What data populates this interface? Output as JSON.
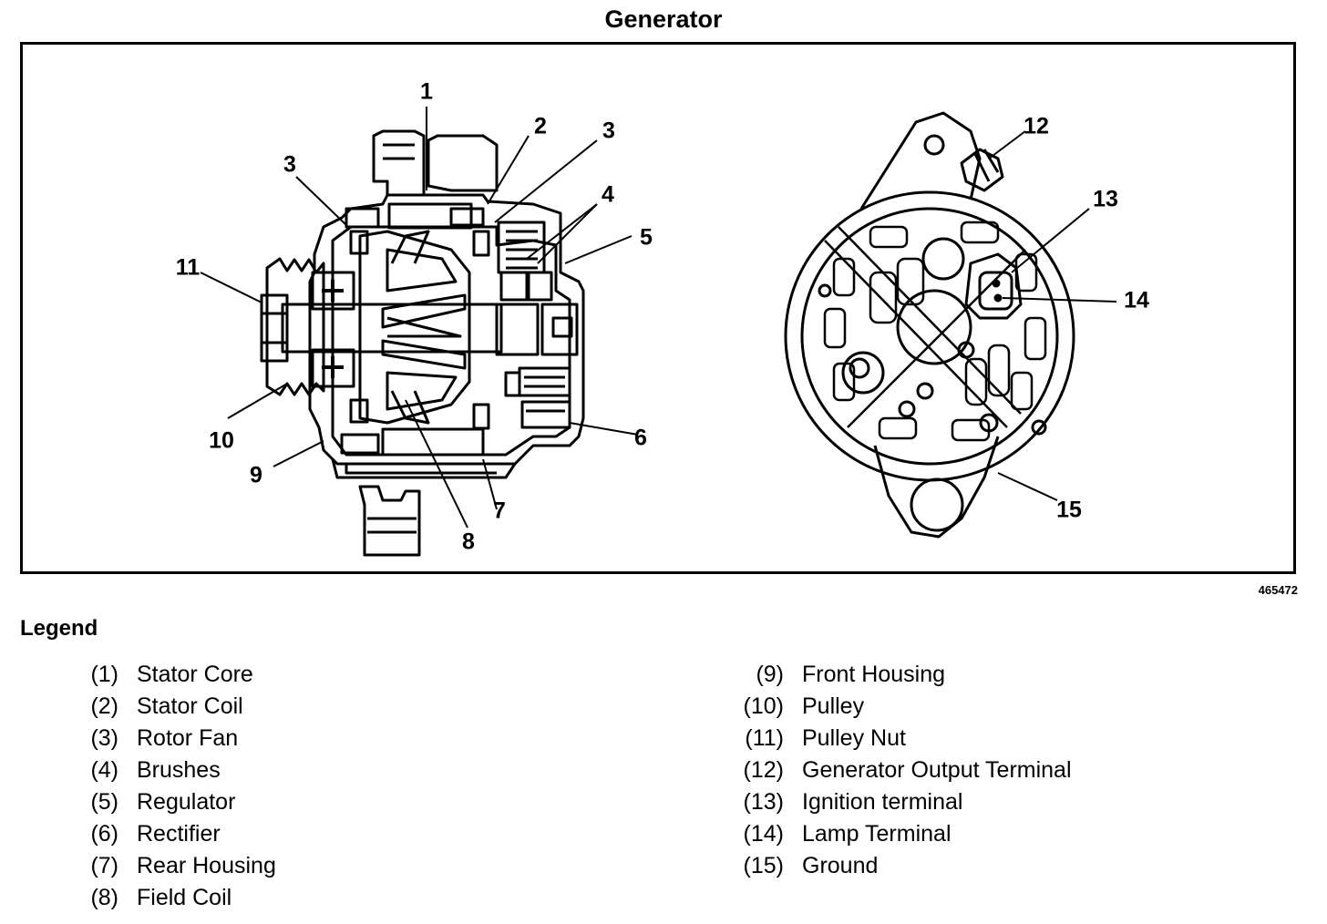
{
  "figure": {
    "title": "Generator",
    "number": "465472",
    "callouts": [
      {
        "id": "c1",
        "label": "1"
      },
      {
        "id": "c2",
        "label": "2"
      },
      {
        "id": "c3a",
        "label": "3"
      },
      {
        "id": "c3b",
        "label": "3"
      },
      {
        "id": "c4",
        "label": "4"
      },
      {
        "id": "c5",
        "label": "5"
      },
      {
        "id": "c6",
        "label": "6"
      },
      {
        "id": "c7",
        "label": "7"
      },
      {
        "id": "c8",
        "label": "8"
      },
      {
        "id": "c9",
        "label": "9"
      },
      {
        "id": "c10",
        "label": "10"
      },
      {
        "id": "c11",
        "label": "11"
      },
      {
        "id": "c12",
        "label": "12"
      },
      {
        "id": "c13",
        "label": "13"
      },
      {
        "id": "c14",
        "label": "14"
      },
      {
        "id": "c15",
        "label": "15"
      }
    ]
  },
  "legend": {
    "title": "Legend",
    "left": [
      {
        "num": "(1)",
        "text": "Stator Core"
      },
      {
        "num": "(2)",
        "text": "Stator Coil"
      },
      {
        "num": "(3)",
        "text": "Rotor Fan"
      },
      {
        "num": "(4)",
        "text": "Brushes"
      },
      {
        "num": "(5)",
        "text": "Regulator"
      },
      {
        "num": "(6)",
        "text": "Rectifier"
      },
      {
        "num": "(7)",
        "text": "Rear Housing"
      },
      {
        "num": "(8)",
        "text": "Field Coil"
      }
    ],
    "right": [
      {
        "num": "(9)",
        "text": "Front Housing"
      },
      {
        "num": "(10)",
        "text": "Pulley"
      },
      {
        "num": "(11)",
        "text": "Pulley Nut"
      },
      {
        "num": "(12)",
        "text": "Generator Output Terminal"
      },
      {
        "num": "(13)",
        "text": "Ignition terminal"
      },
      {
        "num": "(14)",
        "text": "Lamp Terminal"
      },
      {
        "num": "(15)",
        "text": "Ground"
      }
    ]
  }
}
